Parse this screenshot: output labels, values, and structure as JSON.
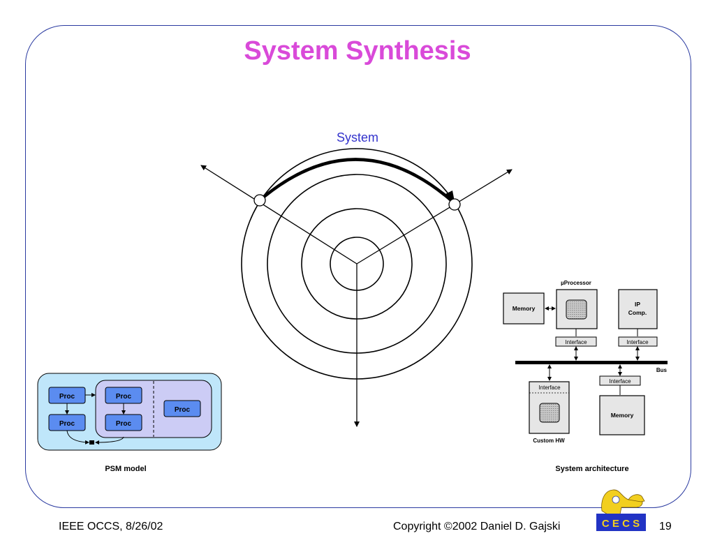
{
  "slide": {
    "title": "System Synthesis",
    "page_number": "19"
  },
  "footer": {
    "left": "IEEE OCCS, 8/26/02",
    "copyright": "Copyright ©2002 Daniel D. Gajski",
    "logo_text": "C E C S"
  },
  "y_chart": {
    "arc_label": "System"
  },
  "psm": {
    "caption": "PSM model",
    "proc_label": "Proc"
  },
  "architecture": {
    "caption": "System architecture",
    "memory_label": "Memory",
    "processor_label": "µProcessor",
    "ip_label_line1": "IP",
    "ip_label_line2": "Comp.",
    "interface_label": "Interface",
    "bus_label": "Bus",
    "custom_hw_label": "Custom HW"
  },
  "colors": {
    "title": "#d94ad9",
    "frame": "#2a3aa0",
    "system_label": "#3333cc",
    "proc_box": "#5b8cf0",
    "psm_outer": "#bfe6fa",
    "psm_inner": "#ccccf5",
    "component_fill": "#e6e6e6"
  }
}
